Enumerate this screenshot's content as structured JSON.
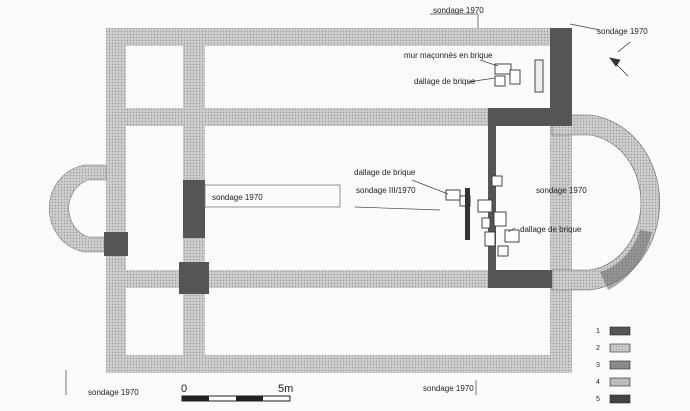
{
  "labels": {
    "sondage_top": "sondage 1970",
    "sondage_top_right": "sondage 1970",
    "mur": "mur maçonnés en brique",
    "dallage_top": "dallage de brique",
    "sondage_nave": "sondage 1970",
    "dallage_mid": "dallage de brique",
    "sondage_iii": "sondage III/1970",
    "sondage_apse": "sondage 1970",
    "dallage_right": "dallage de brique",
    "sondage_bottom_left": "sondage 1970",
    "sondage_bottom_right": "sondage 1970"
  },
  "scale": {
    "start": "0",
    "end": "5m"
  },
  "legend": {
    "items": [
      {
        "key": "1",
        "fill": "#555555"
      },
      {
        "key": "2",
        "fill": "#d8d8d8"
      },
      {
        "key": "3",
        "fill": "#8a8a8a"
      },
      {
        "key": "4",
        "fill": "#bbbbbb"
      },
      {
        "key": "5",
        "fill": "#444444"
      }
    ]
  },
  "colors": {
    "wall": "#c4c4c4",
    "wall_dark": "#555555",
    "paper": "#fbfbfb"
  }
}
